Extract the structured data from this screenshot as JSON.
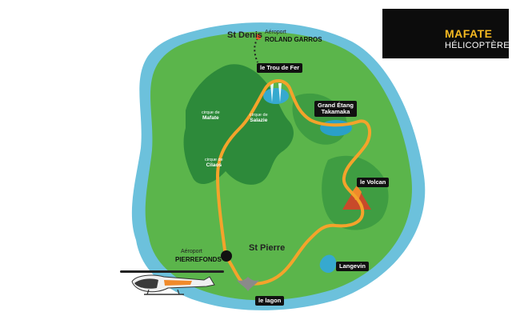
{
  "brand": {
    "name_line1": "MAFATE",
    "name_line2": "HÉLICOPTÈRES",
    "accent_color": "#f5b921"
  },
  "map": {
    "colors": {
      "sea": "#6cc1dc",
      "land": "#5bb54b",
      "mountains": "#2d8a3a",
      "route": "#f4a32b"
    },
    "towns": {
      "st_denis": "St Denis",
      "st_pierre": "St Pierre"
    },
    "airports": {
      "north_small": "Aéroport",
      "north_name": "ROLAND GARROS",
      "south_small": "Aéroport",
      "south_name": "PIERREFONDS"
    },
    "sites": {
      "trou_de_fer": "le Trou de Fer",
      "grand_etang_line1": "Grand Étang",
      "grand_etang_line2": "Takamaka",
      "volcan": "le Volcan",
      "langevin": "Langevin",
      "lagon": "le lagon"
    },
    "cirques": {
      "mafate_small": "cirque de",
      "mafate": "Mafate",
      "salazie_small": "cirque de",
      "salazie": "Salazie",
      "cilaos_small": "cirque de",
      "cilaos": "Cilaos"
    }
  }
}
